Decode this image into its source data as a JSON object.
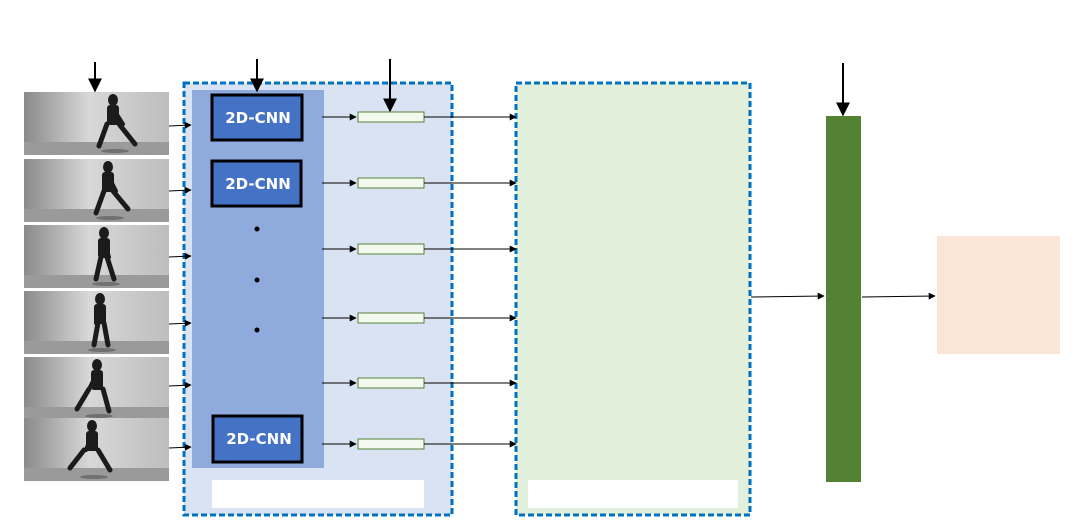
{
  "cnn_blocks": [
    {
      "label": "2D-CNN"
    },
    {
      "label": "2D-CNN"
    },
    {
      "label": "2D-CNN"
    }
  ],
  "colors": {
    "feature_panel_bg": "#dae3f3",
    "cnn_column_bg": "#8faadc",
    "cnn_block_fill": "#4472c4",
    "dashed_border": "#0070c0",
    "sequence_panel_bg": "#e2efda",
    "dense_bar": "#548235",
    "output_box": "#fbe5d6",
    "feature_vector_fill": "#f4f9ef",
    "feature_vector_stroke": "#548235"
  }
}
